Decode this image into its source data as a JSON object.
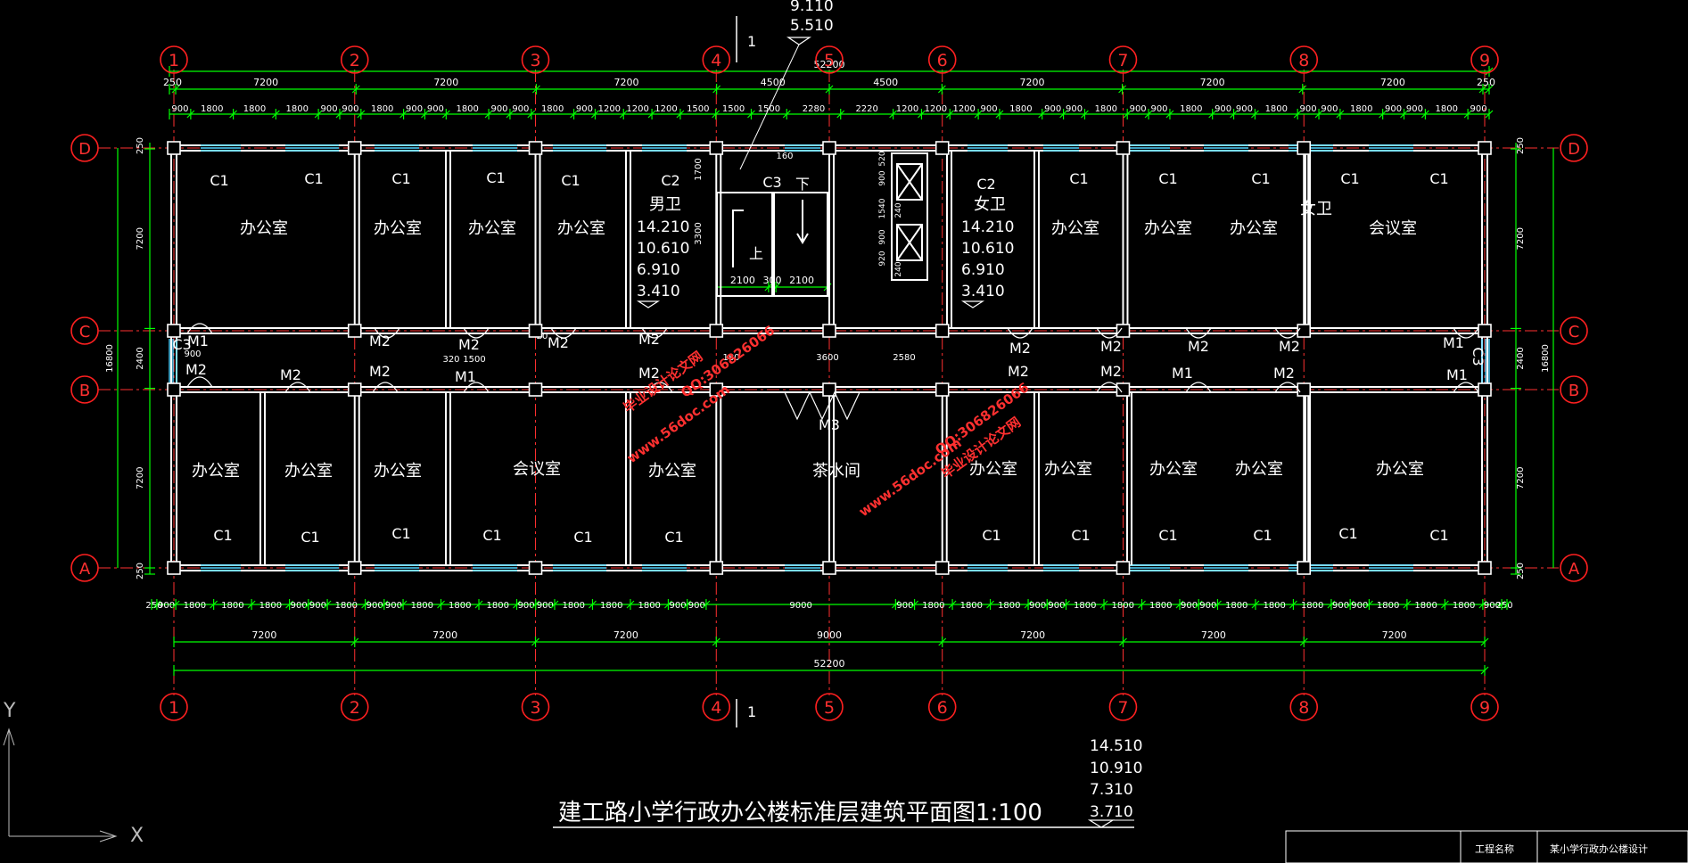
{
  "title": "建工路小学行政办公楼标准层建筑平面图1:100",
  "axes": {
    "numbers": [
      "1",
      "2",
      "3",
      "4",
      "5",
      "6",
      "7",
      "8",
      "9"
    ],
    "letters": [
      "D",
      "C",
      "B",
      "A"
    ]
  },
  "dims": {
    "total": "52200",
    "top_row1": [
      "250",
      "7200",
      "7200",
      "7200",
      "4500",
      "4500",
      "7200",
      "7200",
      "7200",
      "250"
    ],
    "top_row2": [
      "900",
      "1800",
      "1800",
      "1800",
      "900",
      "900",
      "1800",
      "900",
      "900",
      "1800",
      "900",
      "900",
      "1800",
      "900",
      "1200",
      "1200",
      "1200",
      "1500",
      "1500",
      "1500",
      "2280",
      "2220",
      "1200",
      "1200",
      "1200",
      "900",
      "1800",
      "900",
      "900",
      "1800",
      "900",
      "900",
      "1800",
      "900",
      "900",
      "1800",
      "900",
      "900",
      "1800",
      "900",
      "900",
      "1800",
      "900"
    ],
    "bottom_row1": [
      "250",
      "900",
      "1800",
      "1800",
      "1800",
      "900",
      "900",
      "1800",
      "900",
      "900",
      "1800",
      "1800",
      "1800",
      "900",
      "900",
      "1800",
      "1800",
      "1800",
      "900",
      "900",
      "9000",
      "900",
      "1800",
      "1800",
      "1800",
      "900",
      "900",
      "1800",
      "1800",
      "1800",
      "900",
      "900",
      "1800",
      "1800",
      "1800",
      "900",
      "900",
      "1800",
      "1800",
      "1800",
      "900",
      "250"
    ],
    "bottom_row2": [
      "7200",
      "7200",
      "7200",
      "9000",
      "7200",
      "7200",
      "7200"
    ],
    "left": [
      "250",
      "7200",
      "2400",
      "7200",
      "250"
    ],
    "left_total": "16800",
    "right": [
      "250",
      "7200",
      "2400",
      "7200",
      "250"
    ],
    "right_total": "16800",
    "stair": [
      "2100",
      "300",
      "2100"
    ],
    "stair_v": [
      "1700",
      "3300"
    ],
    "elev_v": [
      "520",
      "900",
      "1540",
      "920",
      "900",
      "240",
      "240"
    ],
    "corr": [
      "320",
      "1500",
      "900",
      "20",
      "3600",
      "2580",
      "180",
      "160"
    ]
  },
  "rooms": {
    "office": "办公室",
    "meeting": "会议室",
    "men_wc": "男卫",
    "women_wc": "女卫",
    "tea": "茶水间"
  },
  "tags": {
    "c1": "C1",
    "c2": "C2",
    "c3": "C3",
    "m1": "M1",
    "m2": "M2",
    "m3": "M3",
    "up": "上",
    "down": "下",
    "break": "1"
  },
  "levels": {
    "top": [
      "9.110",
      "5.510"
    ],
    "wc": [
      "14.210",
      "10.610",
      "6.910",
      "3.410"
    ],
    "bottom": [
      "14.510",
      "10.910",
      "7.310",
      "3.710"
    ]
  },
  "watermark": {
    "site": "www.56doc.com",
    "qq": "QQ:306826066",
    "name": "毕业设计论文网"
  },
  "ucs": {
    "x": "X",
    "y": "Y"
  },
  "titleblock": {
    "label": "工程名称",
    "value": "某小学行政办公楼设计"
  },
  "colors": {
    "background": "#000000",
    "walls": "#ffffff",
    "dims": "#00ff00",
    "axes": "#ff2020",
    "windows": "#4fd2ff"
  }
}
